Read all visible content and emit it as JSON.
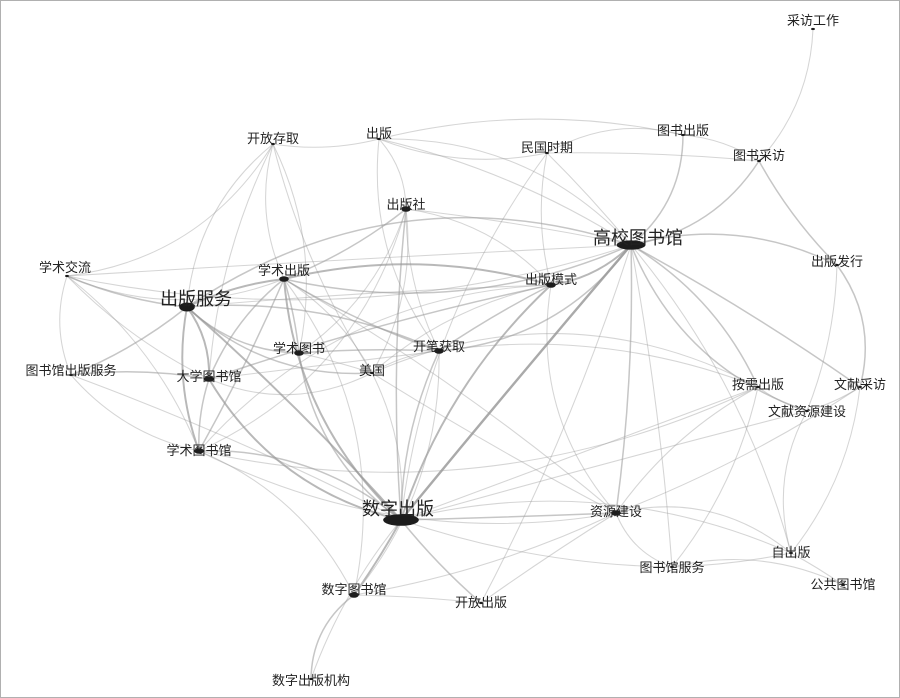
{
  "diagram": {
    "type": "keyword-cooccurrence-network",
    "colors": {
      "edge": "#9a9a9a",
      "node": "#1c1c1c",
      "label": "#222222",
      "border": "#b0b0b0"
    },
    "nodes": [
      {
        "id": "caifang_gongzuo",
        "label": "采访工作",
        "weight": 1
      },
      {
        "id": "chuban",
        "label": "出版",
        "weight": 1
      },
      {
        "id": "kaifang_cunqu",
        "label": "开放存取",
        "weight": 1
      },
      {
        "id": "minguo",
        "label": "民国时期",
        "weight": 1
      },
      {
        "id": "tushu_chuban",
        "label": "图书出版",
        "weight": 1
      },
      {
        "id": "tushu_caifang",
        "label": "图书采访",
        "weight": 1
      },
      {
        "id": "chubanshe",
        "label": "出版社",
        "weight": 2
      },
      {
        "id": "gaoxiao",
        "label": "高校图书馆",
        "weight": 4
      },
      {
        "id": "xueshu_jiaoliu",
        "label": "学术交流",
        "weight": 1
      },
      {
        "id": "xueshu_chuban",
        "label": "学术出版",
        "weight": 2
      },
      {
        "id": "chuban_moshi",
        "label": "出版模式",
        "weight": 2
      },
      {
        "id": "chuban_faxing",
        "label": "出版发行",
        "weight": 1
      },
      {
        "id": "chuban_fuwu",
        "label": "出版服务",
        "weight": 3
      },
      {
        "id": "xueshu_tushu",
        "label": "学术图书",
        "weight": 2
      },
      {
        "id": "kaibi_huoqu",
        "label": "开笔获取",
        "weight": 2
      },
      {
        "id": "tsg_chuban_fuwu",
        "label": "图书馆出版服务",
        "weight": 1
      },
      {
        "id": "daxue_tsg",
        "label": "大学图书馆",
        "weight": 2
      },
      {
        "id": "meiguo",
        "label": "美国",
        "weight": 1
      },
      {
        "id": "anxu_chuban",
        "label": "按需出版",
        "weight": 1
      },
      {
        "id": "wenxian_caifang",
        "label": "文献采访",
        "weight": 1
      },
      {
        "id": "wenxian_ziyuan",
        "label": "文献资源建设",
        "weight": 1
      },
      {
        "id": "xueshu_tsg",
        "label": "学术图书馆",
        "weight": 2
      },
      {
        "id": "shuzi_chuban",
        "label": "数字出版",
        "weight": 5
      },
      {
        "id": "ziyuan_jianshe",
        "label": "资源建设",
        "weight": 2
      },
      {
        "id": "zichuban",
        "label": "自出版",
        "weight": 1
      },
      {
        "id": "tsg_fuwu",
        "label": "图书馆服务",
        "weight": 1
      },
      {
        "id": "shuzi_tsg",
        "label": "数字图书馆",
        "weight": 2
      },
      {
        "id": "kaifang_chuban",
        "label": "开放出版",
        "weight": 1
      },
      {
        "id": "gonggong_tsg",
        "label": "公共图书馆",
        "weight": 1
      },
      {
        "id": "shuzi_chuban_jigou",
        "label": "数字出版机构",
        "weight": 1
      }
    ],
    "edges": [
      [
        "shuzi_chuban",
        "gaoxiao",
        4
      ],
      [
        "shuzi_chuban",
        "chuban_fuwu",
        3
      ],
      [
        "shuzi_chuban",
        "xueshu_chuban",
        3
      ],
      [
        "shuzi_chuban",
        "chuban_moshi",
        3
      ],
      [
        "shuzi_chuban",
        "shuzi_tsg",
        3
      ],
      [
        "shuzi_chuban",
        "ziyuan_jianshe",
        2
      ],
      [
        "shuzi_chuban",
        "daxue_tsg",
        3
      ],
      [
        "shuzi_chuban",
        "xueshu_tsg",
        2
      ],
      [
        "shuzi_chuban",
        "kaifang_chuban",
        2
      ],
      [
        "shuzi_chuban",
        "chubanshe",
        2
      ],
      [
        "shuzi_chuban",
        "kaibi_huoqu",
        2
      ],
      [
        "shuzi_chuban",
        "meiguo",
        1
      ],
      [
        "shuzi_chuban",
        "tsg_fuwu",
        1
      ],
      [
        "shuzi_chuban",
        "xueshu_tushu",
        2
      ],
      [
        "shuzi_chuban",
        "anxu_chuban",
        1
      ],
      [
        "shuzi_chuban",
        "minguo",
        1
      ],
      [
        "shuzi_chuban",
        "shuzi_chuban_jigou",
        1
      ],
      [
        "shuzi_chuban",
        "zichuban",
        1
      ],
      [
        "shuzi_chuban",
        "tsg_chuban_fuwu",
        1
      ],
      [
        "shuzi_chuban",
        "wenxian_ziyuan",
        1
      ],
      [
        "gaoxiao",
        "chuban_moshi",
        3
      ],
      [
        "gaoxiao",
        "kaibi_huoqu",
        2
      ],
      [
        "gaoxiao",
        "tushu_caifang",
        2
      ],
      [
        "gaoxiao",
        "tushu_chuban",
        2
      ],
      [
        "gaoxiao",
        "chuban_faxing",
        2
      ],
      [
        "gaoxiao",
        "wenxian_caifang",
        2
      ],
      [
        "gaoxiao",
        "wenxian_ziyuan",
        2
      ],
      [
        "gaoxiao",
        "anxu_chuban",
        2
      ],
      [
        "gaoxiao",
        "ziyuan_jianshe",
        2
      ],
      [
        "gaoxiao",
        "minguo",
        1
      ],
      [
        "gaoxiao",
        "chuban",
        1
      ],
      [
        "gaoxiao",
        "zichuban",
        1
      ],
      [
        "gaoxiao",
        "xueshu_chuban",
        2
      ],
      [
        "gaoxiao",
        "chuban_fuwu",
        2
      ],
      [
        "gaoxiao",
        "tsg_fuwu",
        1
      ],
      [
        "gaoxiao",
        "xueshu_jiaoliu",
        1
      ],
      [
        "gaoxiao",
        "chubanshe",
        1
      ],
      [
        "chuban_fuwu",
        "xueshu_chuban",
        3
      ],
      [
        "chuban_fuwu",
        "daxue_tsg",
        3
      ],
      [
        "chuban_fuwu",
        "xueshu_tsg",
        3
      ],
      [
        "chuban_fuwu",
        "tsg_chuban_fuwu",
        2
      ],
      [
        "chuban_fuwu",
        "xueshu_jiaoliu",
        2
      ],
      [
        "chuban_fuwu",
        "kaifang_cunqu",
        1
      ],
      [
        "chuban_fuwu",
        "meiguo",
        2
      ],
      [
        "chuban_fuwu",
        "kaibi_huoqu",
        2
      ],
      [
        "chuban_fuwu",
        "xueshu_tushu",
        2
      ],
      [
        "chuban_fuwu",
        "chuban_moshi",
        1
      ],
      [
        "xueshu_chuban",
        "chuban_moshi",
        3
      ],
      [
        "xueshu_chuban",
        "kaibi_huoqu",
        2
      ],
      [
        "xueshu_chuban",
        "xueshu_tushu",
        2
      ],
      [
        "xueshu_chuban",
        "daxue_tsg",
        2
      ],
      [
        "xueshu_chuban",
        "chubanshe",
        2
      ],
      [
        "xueshu_chuban",
        "kaifang_cunqu",
        1
      ],
      [
        "xueshu_chuban",
        "meiguo",
        1
      ],
      [
        "xueshu_chuban",
        "xueshu_tsg",
        2
      ],
      [
        "xueshu_chuban",
        "xueshu_jiaoliu",
        1
      ],
      [
        "xueshu_chuban",
        "shuzi_tsg",
        1
      ],
      [
        "xueshu_chuban",
        "ziyuan_jianshe",
        1
      ],
      [
        "daxue_tsg",
        "xueshu_tsg",
        2
      ],
      [
        "daxue_tsg",
        "tsg_chuban_fuwu",
        2
      ],
      [
        "daxue_tsg",
        "meiguo",
        1
      ],
      [
        "daxue_tsg",
        "xueshu_jiaoliu",
        1
      ],
      [
        "daxue_tsg",
        "chuban_moshi",
        2
      ],
      [
        "daxue_tsg",
        "kaibi_huoqu",
        1
      ],
      [
        "xueshu_tushu",
        "kaibi_huoqu",
        2
      ],
      [
        "xueshu_tushu",
        "chubanshe",
        1
      ],
      [
        "xueshu_tushu",
        "meiguo",
        1
      ],
      [
        "kaibi_huoqu",
        "chuban_moshi",
        2
      ],
      [
        "kaibi_huoqu",
        "chubanshe",
        1
      ],
      [
        "kaibi_huoqu",
        "anxu_chuban",
        1
      ],
      [
        "kaibi_huoqu",
        "meiguo",
        1
      ],
      [
        "kaibi_huoqu",
        "shuzi_tsg",
        1
      ],
      [
        "chuban_moshi",
        "minguo",
        1
      ],
      [
        "chuban_moshi",
        "meiguo",
        1
      ],
      [
        "chuban_moshi",
        "chubanshe",
        1
      ],
      [
        "chuban_moshi",
        "ziyuan_jianshe",
        1
      ],
      [
        "chuban_moshi",
        "xueshu_tsg",
        1
      ],
      [
        "tushu_caifang",
        "caifang_gongzuo",
        1
      ],
      [
        "tushu_caifang",
        "tushu_chuban",
        1
      ],
      [
        "tushu_caifang",
        "chuban_faxing",
        2
      ],
      [
        "tushu_caifang",
        "minguo",
        1
      ],
      [
        "chuban_faxing",
        "wenxian_caifang",
        2
      ],
      [
        "chuban_faxing",
        "wenxian_ziyuan",
        1
      ],
      [
        "wenxian_caifang",
        "wenxian_ziyuan",
        1
      ],
      [
        "wenxian_caifang",
        "zichuban",
        1
      ],
      [
        "wenxian_caifang",
        "ziyuan_jianshe",
        1
      ],
      [
        "anxu_chuban",
        "wenxian_ziyuan",
        1
      ],
      [
        "anxu_chuban",
        "ziyuan_jianshe",
        1
      ],
      [
        "anxu_chuban",
        "tsg_fuwu",
        1
      ],
      [
        "ziyuan_jianshe",
        "tsg_fuwu",
        1
      ],
      [
        "ziyuan_jianshe",
        "zichuban",
        1
      ],
      [
        "ziyuan_jianshe",
        "shuzi_tsg",
        1
      ],
      [
        "tsg_fuwu",
        "zichuban",
        1
      ],
      [
        "zichuban",
        "gonggong_tsg",
        1
      ],
      [
        "zichuban",
        "wenxian_ziyuan",
        1
      ],
      [
        "shuzi_tsg",
        "shuzi_chuban_jigou",
        2
      ],
      [
        "shuzi_tsg",
        "kaifang_chuban",
        1
      ],
      [
        "shuzi_tsg",
        "xueshu_tsg",
        1
      ],
      [
        "kaifang_chuban",
        "gaoxiao",
        1
      ],
      [
        "kaifang_chuban",
        "ziyuan_jianshe",
        1
      ],
      [
        "chuban",
        "chubanshe",
        1
      ],
      [
        "chuban",
        "minguo",
        1
      ],
      [
        "chuban",
        "kaibi_huoqu",
        1
      ],
      [
        "chuban",
        "tushu_chuban",
        1
      ],
      [
        "kaifang_cunqu",
        "xueshu_jiaoliu",
        1
      ],
      [
        "kaifang_cunqu",
        "xueshu_tushu",
        1
      ],
      [
        "kaifang_cunqu",
        "chuban",
        1
      ],
      [
        "kaifang_cunqu",
        "daxue_tsg",
        1
      ],
      [
        "kaifang_cunqu",
        "meiguo",
        1
      ],
      [
        "xueshu_jiaoliu",
        "tsg_chuban_fuwu",
        1
      ],
      [
        "xueshu_jiaoliu",
        "xueshu_tsg",
        1
      ],
      [
        "tsg_chuban_fuwu",
        "xueshu_tsg",
        1
      ],
      [
        "chubanshe",
        "meiguo",
        1
      ],
      [
        "chubanshe",
        "xueshu_tsg",
        1
      ],
      [
        "minguo",
        "tushu_chuban",
        1
      ],
      [
        "meiguo",
        "anxu_chuban",
        1
      ],
      [
        "meiguo",
        "ziyuan_jianshe",
        1
      ],
      [
        "xueshu_tsg",
        "ziyuan_jianshe",
        1
      ],
      [
        "xueshu_tsg",
        "anxu_chuban",
        1
      ],
      [
        "tsg_fuwu",
        "gonggong_tsg",
        1
      ],
      [
        "xueshu_jiaoliu",
        "gaoxiao",
        1
      ],
      [
        "chuban",
        "gaoxiao",
        1
      ]
    ]
  }
}
